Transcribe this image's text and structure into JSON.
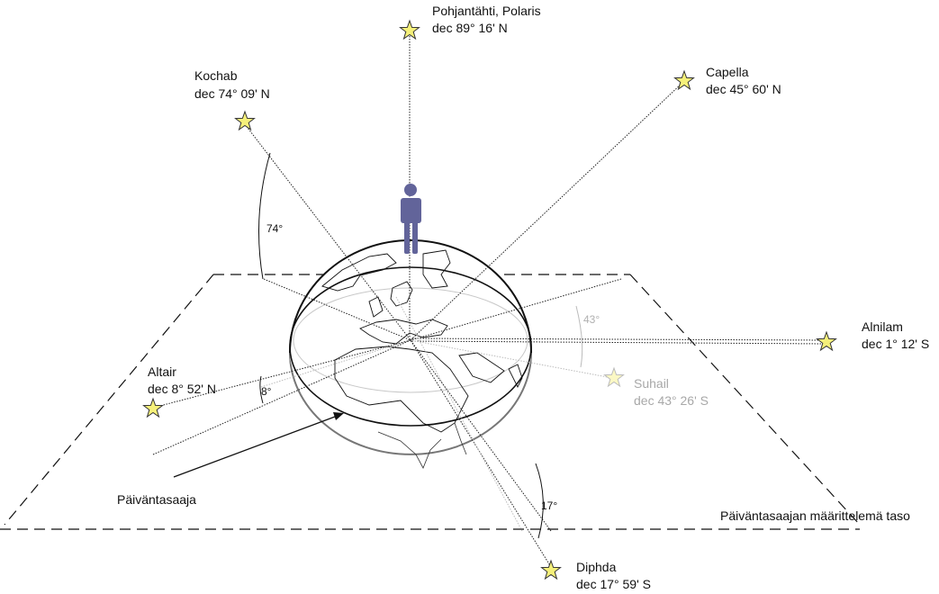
{
  "title": "Päiväntasaajan määrittelemä taso",
  "colors": {
    "star": "#f5f07a",
    "star_faded": "#fbf8c4",
    "person": "#62649a",
    "faded_text": "#a8a8a8"
  },
  "stars": {
    "polaris": {
      "name": "Pohjantähti, Polaris",
      "dec": "dec 89° 16' N"
    },
    "kochab": {
      "name": "Kochab",
      "dec": "dec 74° 09' N"
    },
    "capella": {
      "name": "Capella",
      "dec": "dec 45° 60' N"
    },
    "alnilam": {
      "name": "Alnilam",
      "dec": "dec 1° 12' S"
    },
    "suhail": {
      "name": "Suhail",
      "dec": "dec 43° 26' S"
    },
    "altair": {
      "name": "Altair",
      "dec": "dec 8° 52' N"
    },
    "diphda": {
      "name": "Diphda",
      "dec": "dec 17° 59' S"
    }
  },
  "angles": {
    "kochab": "74°",
    "altair": "8°",
    "suhail": "43°",
    "diphda": "17°"
  },
  "labels": {
    "equator": "Päiväntasaaja",
    "plane": "Päiväntasaajan määrittelemä taso"
  }
}
